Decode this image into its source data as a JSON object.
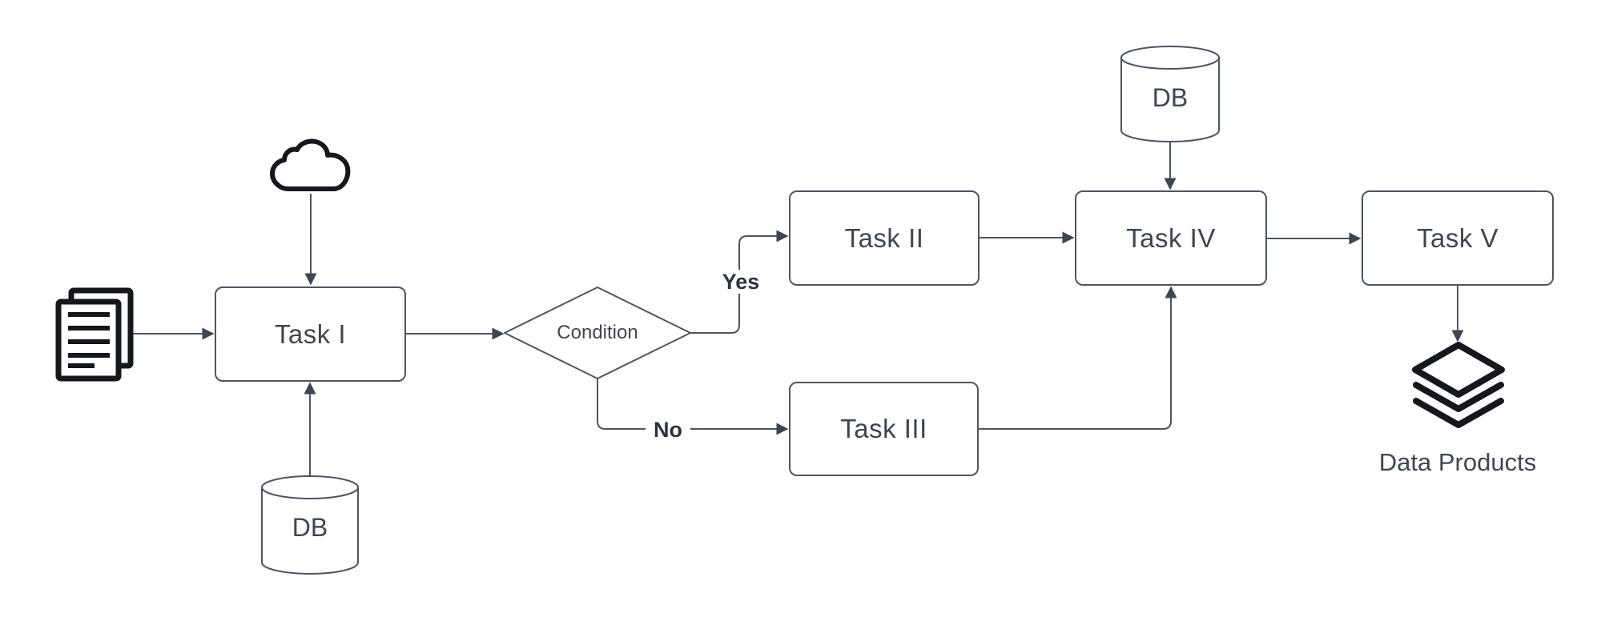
{
  "diagram": {
    "nodes": {
      "task1": {
        "label": "Task I"
      },
      "task2": {
        "label": "Task II"
      },
      "task3": {
        "label": "Task III"
      },
      "task4": {
        "label": "Task IV"
      },
      "task5": {
        "label": "Task V"
      },
      "condition": {
        "label": "Condition"
      },
      "db_source": {
        "label": "DB"
      },
      "db_task4": {
        "label": "DB"
      },
      "output": {
        "label": "Data Products"
      }
    },
    "edge_labels": {
      "yes": "Yes",
      "no": "No"
    },
    "icons": {
      "input": "documents-icon",
      "cloud": "cloud-icon",
      "output": "layers-icon"
    },
    "colors": {
      "stroke": "#4d5564",
      "node_text": "#3e4653",
      "edge_label_text": "#2c3442",
      "icon": "#14171d",
      "background": "#ffffff"
    }
  }
}
